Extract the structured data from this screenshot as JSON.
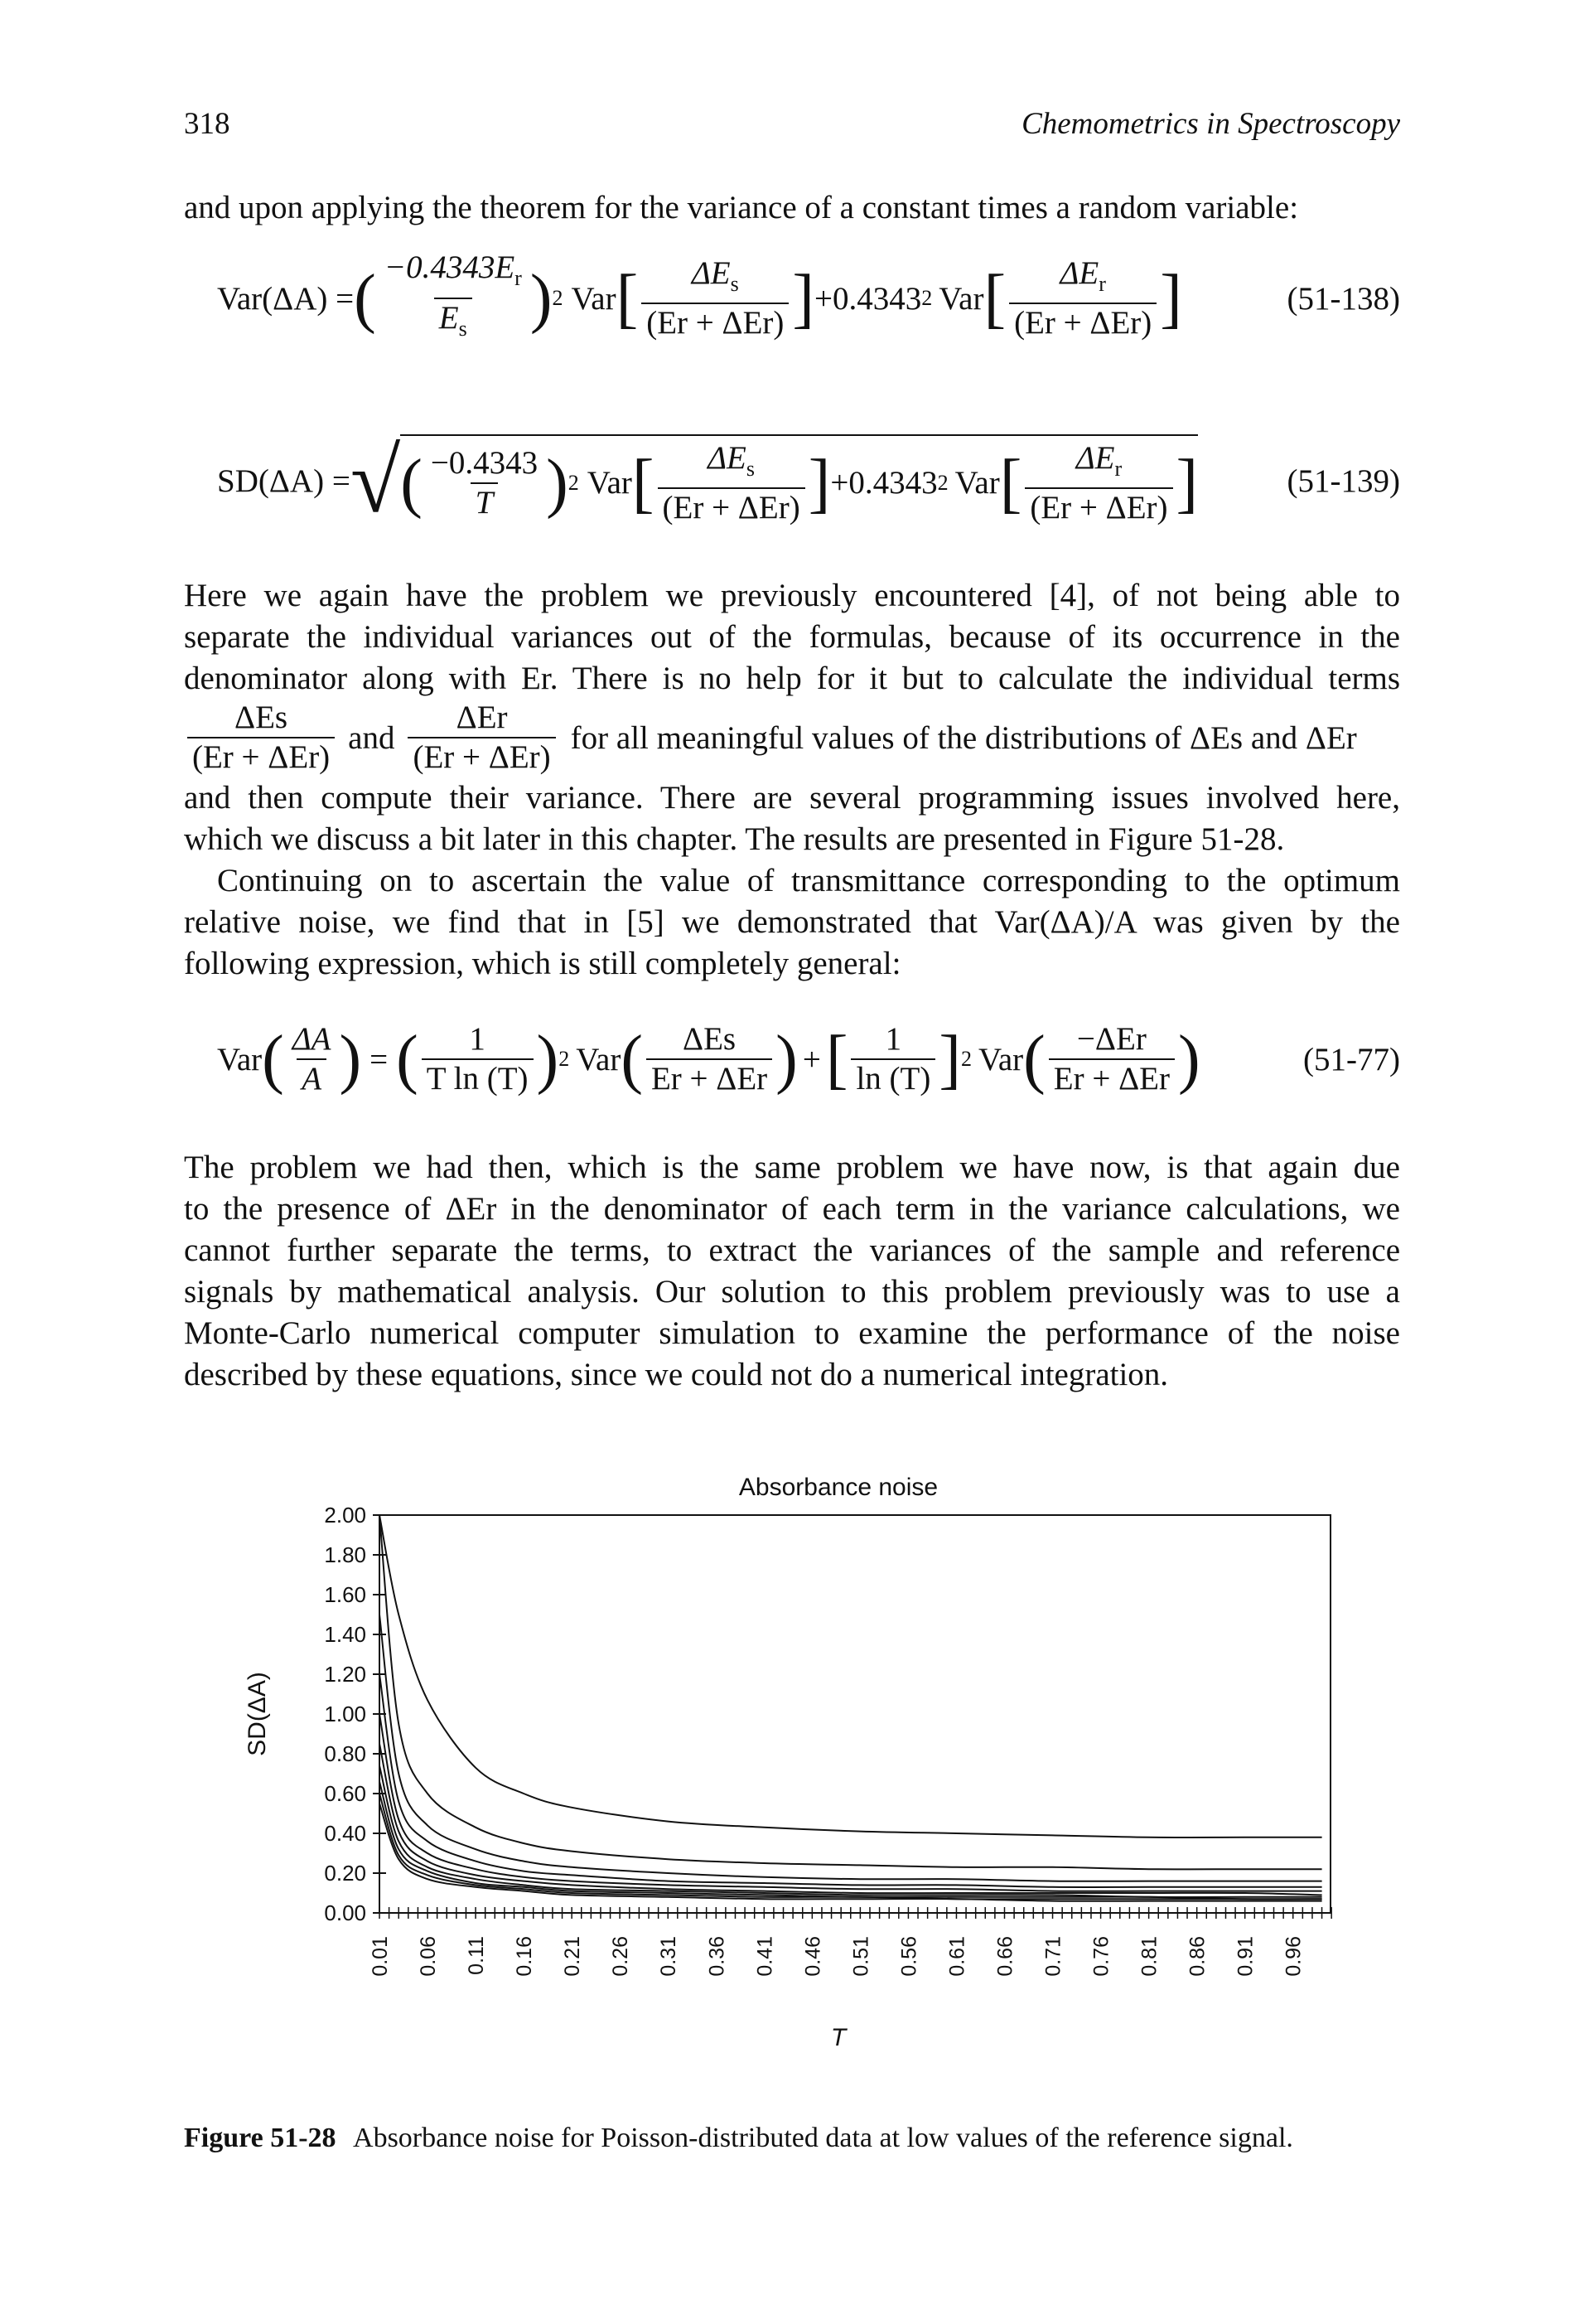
{
  "header": {
    "page_number": "318",
    "book_title": "Chemometrics in Spectroscopy"
  },
  "intro": "and upon applying the theorem for the variance of a constant times a random variable:",
  "eq1": {
    "lhs": "Var(ΔA) =",
    "coef_num": "−0.4343E",
    "coef_num_sub": "r",
    "coef_den": "E",
    "coef_den_sub": "s",
    "exp": "2",
    "var1": "Var",
    "frac1_num": "ΔE",
    "frac1_num_sub": "s",
    "frac1_den": "(Er + ΔEr)",
    "plus": "+0.4343",
    "plus_exp": "2",
    "var2": "Var",
    "frac2_num": "ΔE",
    "frac2_num_sub": "r",
    "frac2_den": "(Er + ΔEr)",
    "number": "(51-138)"
  },
  "eq2": {
    "lhs": "SD(ΔA) =",
    "coef_num": "−0.4343",
    "coef_den": "T",
    "exp": "2",
    "var1": "Var",
    "frac1_num": "ΔE",
    "frac1_num_sub": "s",
    "frac1_den": "(Er + ΔEr)",
    "plus": "+0.4343",
    "plus_exp": "2",
    "var2": "Var",
    "frac2_num": "ΔE",
    "frac2_num_sub": "r",
    "frac2_den": "(Er + ΔEr)",
    "number": "(51-139)"
  },
  "para1": {
    "lines": [
      "Here we again have the problem we previously encountered [4], of not being able to",
      "separate the individual variances out of the formulas, because of its occurrence in the",
      "denominator along with Er. There is no help for it but to calculate the individual terms"
    ]
  },
  "inline_terms": {
    "f1_num": "ΔEs",
    "f1_den": "(Er + ΔEr)",
    "and1": "and",
    "f2_num": "ΔEr",
    "f2_den": "(Er + ΔEr)",
    "tail": "for all meaningful values of the distributions of ΔEs and ΔEr"
  },
  "para2": {
    "lines": [
      "and then compute their variance. There are several programming issues involved here,",
      "which we discuss a bit later in this chapter. The results are presented in Figure 51-28."
    ]
  },
  "para3": {
    "lines": [
      "Continuing on to ascertain the value of transmittance corresponding to the optimum",
      "relative noise, we find that in [5] we demonstrated that Var(ΔA)/A was given by the",
      "following expression, which is still completely general:"
    ]
  },
  "eq3": {
    "lhs": "Var",
    "f0_num": "ΔA",
    "f0_den": "A",
    "eq": "=",
    "f1_num": "1",
    "f1_den": "T ln (T)",
    "exp1": "2",
    "var1": "Var",
    "f2_num": "ΔEs",
    "f2_den": "Er + ΔEr",
    "plus": "+",
    "f3_num": "1",
    "f3_den": "ln (T)",
    "exp2": "2",
    "var2": "Var",
    "f4_num": "−ΔEr",
    "f4_den": "Er + ΔEr",
    "number": "(51-77)"
  },
  "para4": {
    "lines": [
      "The problem we had then, which is the same problem we have now, is that again due",
      "to the presence of ΔEr in the denominator of each term in the variance calculations, we",
      "cannot further separate the terms, to extract the variances of the sample and reference",
      "signals by mathematical analysis. Our solution to this problem previously was to use a",
      "Monte-Carlo numerical computer simulation to examine the performance of the noise",
      "described by these equations, since we could not do a numerical integration."
    ]
  },
  "chart_data": {
    "type": "line",
    "title": "Absorbance noise",
    "xlabel": "T",
    "ylabel": "SD(ΔA)",
    "ylim": [
      0,
      2
    ],
    "xlim": [
      0.01,
      0.999
    ],
    "yticks": [
      "0.00",
      "0.20",
      "0.40",
      "0.60",
      "0.80",
      "1.00",
      "1.20",
      "1.40",
      "1.60",
      "1.80",
      "2.00"
    ],
    "xticks": [
      "0.01",
      "0.06",
      "0.11",
      "0.16",
      "0.21",
      "0.26",
      "0.31",
      "0.36",
      "0.41",
      "0.46",
      "0.51",
      "0.56",
      "0.61",
      "0.66",
      "0.71",
      "0.76",
      "0.81",
      "0.86",
      "0.91",
      "0.96"
    ],
    "grid": false,
    "legend": "none",
    "x": [
      0.01,
      0.03,
      0.06,
      0.11,
      0.16,
      0.21,
      0.31,
      0.41,
      0.51,
      0.61,
      0.71,
      0.81,
      0.91,
      0.99
    ],
    "series": [
      {
        "values": [
          2.0,
          1.5,
          1.07,
          0.73,
          0.6,
          0.53,
          0.46,
          0.43,
          0.41,
          0.4,
          0.39,
          0.38,
          0.38,
          0.38
        ]
      },
      {
        "values": [
          2.0,
          0.95,
          0.6,
          0.43,
          0.35,
          0.31,
          0.27,
          0.25,
          0.24,
          0.23,
          0.23,
          0.22,
          0.22,
          0.22
        ]
      },
      {
        "values": [
          1.5,
          0.7,
          0.44,
          0.32,
          0.26,
          0.23,
          0.2,
          0.18,
          0.17,
          0.17,
          0.16,
          0.16,
          0.16,
          0.16
        ]
      },
      {
        "values": [
          1.2,
          0.56,
          0.36,
          0.26,
          0.21,
          0.19,
          0.16,
          0.15,
          0.14,
          0.14,
          0.13,
          0.13,
          0.13,
          0.13
        ]
      },
      {
        "values": [
          1.0,
          0.47,
          0.3,
          0.22,
          0.18,
          0.16,
          0.14,
          0.13,
          0.12,
          0.12,
          0.11,
          0.11,
          0.11,
          0.11
        ]
      },
      {
        "values": [
          0.85,
          0.41,
          0.26,
          0.19,
          0.16,
          0.14,
          0.12,
          0.11,
          0.1,
          0.1,
          0.1,
          0.1,
          0.1,
          0.09
        ]
      },
      {
        "values": [
          0.74,
          0.36,
          0.23,
          0.17,
          0.14,
          0.12,
          0.11,
          0.1,
          0.09,
          0.09,
          0.09,
          0.08,
          0.08,
          0.08
        ]
      },
      {
        "values": [
          0.66,
          0.32,
          0.21,
          0.15,
          0.13,
          0.11,
          0.1,
          0.09,
          0.08,
          0.08,
          0.08,
          0.08,
          0.07,
          0.07
        ]
      },
      {
        "values": [
          0.6,
          0.29,
          0.19,
          0.14,
          0.12,
          0.1,
          0.09,
          0.08,
          0.08,
          0.07,
          0.07,
          0.07,
          0.07,
          0.07
        ]
      },
      {
        "values": [
          0.55,
          0.27,
          0.17,
          0.13,
          0.11,
          0.09,
          0.08,
          0.07,
          0.07,
          0.07,
          0.06,
          0.06,
          0.06,
          0.06
        ]
      }
    ]
  },
  "caption": {
    "label": "Figure 51-28",
    "text": "Absorbance noise for Poisson-distributed data at low values of the reference signal."
  }
}
